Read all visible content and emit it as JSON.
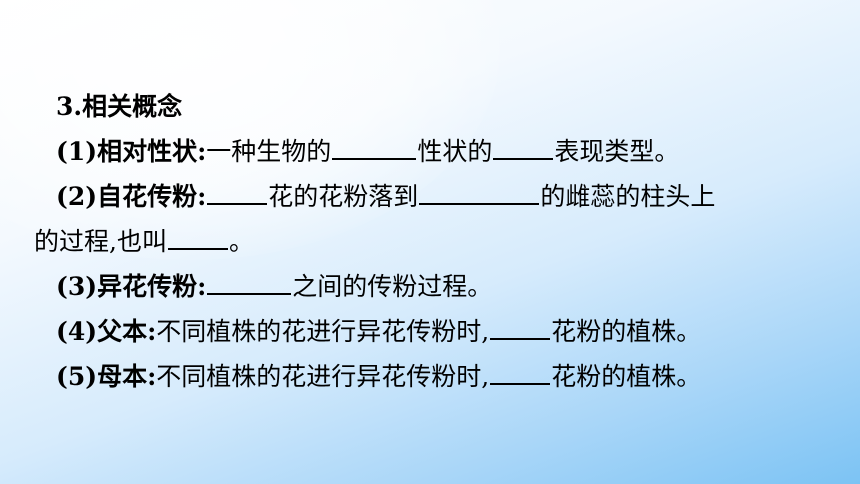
{
  "slide": {
    "heading": "3.相关概念",
    "items": [
      {
        "num": "(1)",
        "term": "相对性状:",
        "seg1": "一种生物的",
        "seg2": "性状的",
        "seg3": "表现类型。"
      },
      {
        "num": "(2)",
        "term": "自花传粉:",
        "seg1": "花的花粉落到",
        "seg2": "的雌蕊的柱头上",
        "line2": "的过程,也叫",
        "end": "。"
      },
      {
        "num": "(3)",
        "term": "异花传粉:",
        "seg1": "之间的传粉过程。"
      },
      {
        "num": "(4)",
        "term": "父本:",
        "seg1": "不同植株的花进行异花传粉时,",
        "seg2": "花粉的植株。"
      },
      {
        "num": "(5)",
        "term": "母本:",
        "seg1": "不同植株的花进行异花传粉时,",
        "seg2": "花粉的植株。"
      }
    ]
  }
}
